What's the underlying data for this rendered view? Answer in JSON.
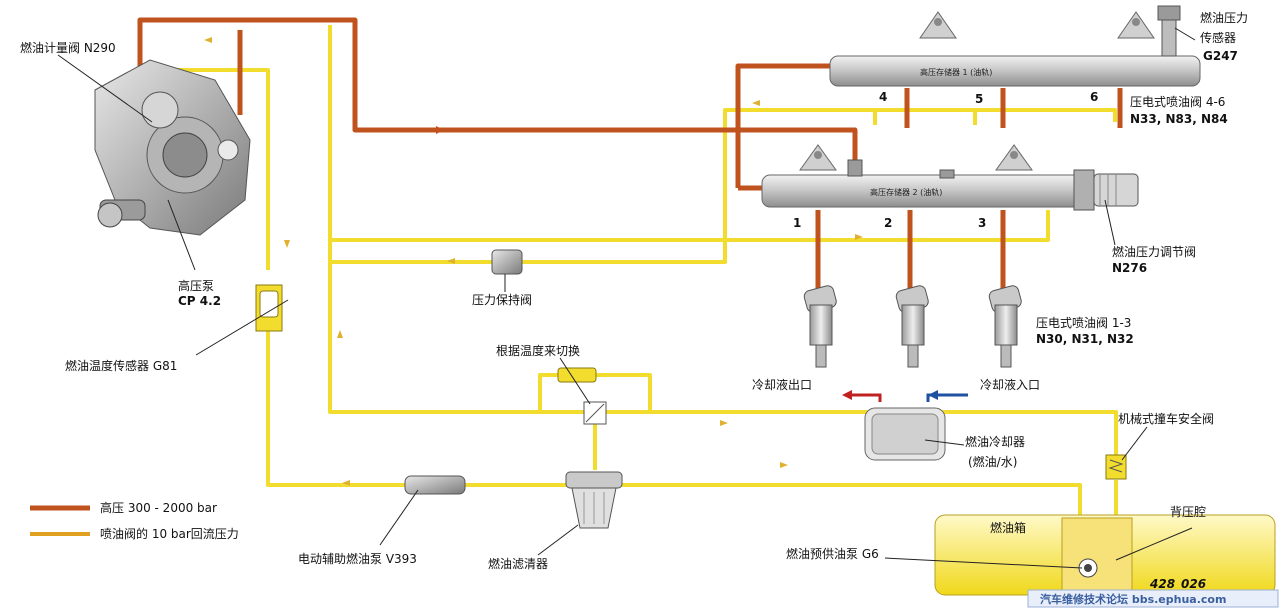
{
  "labels": {
    "metering_valve": "燃油计量阀 N290",
    "hp_pump_name": "高压泵",
    "hp_pump_model": "CP 4.2",
    "temp_sensor": "燃油温度传感器 G81",
    "rail1": "高压存储器 1 (油轨)",
    "rail2": "高压存储器 2 (油轨)",
    "pressure_sensor_l1": "燃油压力",
    "pressure_sensor_l2": "传感器",
    "pressure_sensor_code": "G247",
    "injectors_46_name": "压电式喷油阀 4-6",
    "injectors_46_codes": "N33, N83, N84",
    "regulator_name": "燃油压力调节阀",
    "regulator_code": "N276",
    "holding_valve": "压力保持阀",
    "injectors_13_name": "压电式喷油阀 1-3",
    "injectors_13_codes": "N30, N31, N32",
    "temp_switch": "根据温度来切换",
    "coolant_out": "冷却液出口",
    "coolant_in": "冷却液入口",
    "cooler_l1": "燃油冷却器",
    "cooler_l2": "(燃油/水)",
    "crash_valve": "机械式撞车安全阀",
    "backpressure": "背压腔",
    "tank": "燃油箱",
    "prefeed_pump": "燃油预供油泵 G6",
    "aux_pump": "电动辅助燃油泵 V393",
    "filter": "燃油滤清器",
    "figure_code": "428_026",
    "watermark": "汽车维修技术论坛 bbs.ephua.com"
  },
  "injector_numbers": [
    "1",
    "2",
    "3",
    "4",
    "5",
    "6"
  ],
  "legend": [
    {
      "label": "高压 300 - 2000 bar",
      "color": "#c0521e"
    },
    {
      "label": "喷油阀的 10 bar回流压力",
      "color": "#e0a020"
    }
  ],
  "colors": {
    "high_pressure": "#c0521e",
    "return_line": "#f2dc2e",
    "return_10bar": "#e0a020",
    "coolant_hot": "#c02020",
    "coolant_cold": "#2050a0"
  }
}
